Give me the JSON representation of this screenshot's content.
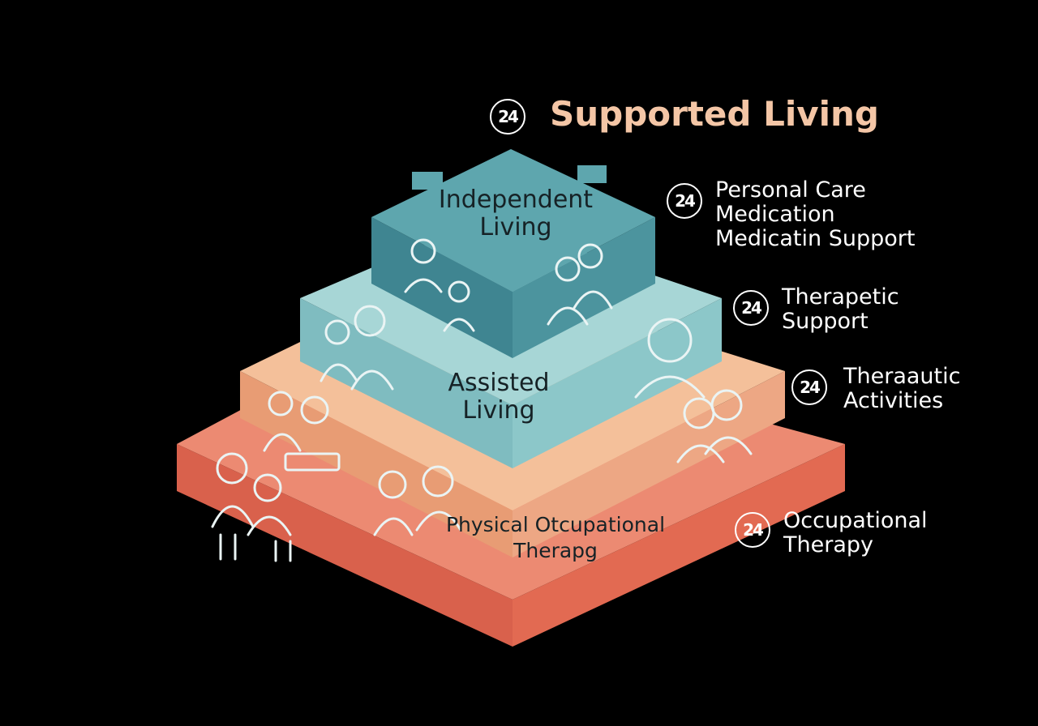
{
  "title": {
    "badge": "24",
    "text": "Supported Living"
  },
  "tiers": {
    "top": {
      "line1": "Independent",
      "line2": "Living"
    },
    "second": {
      "line1": "Assisted",
      "line2": "Living"
    },
    "base": {
      "line1": "Physical Otcupational",
      "line2": "Therapg"
    }
  },
  "callouts": [
    {
      "badge": "24",
      "lines": [
        "Personal Care",
        "Medication",
        "Medicatin Support"
      ]
    },
    {
      "badge": "24",
      "lines": [
        "Therapetic",
        "Support"
      ]
    },
    {
      "badge": "24",
      "lines": [
        "Theraautic",
        "Activities"
      ]
    },
    {
      "badge": "24",
      "lines": [
        "Occupational",
        "Therapy"
      ]
    }
  ],
  "colors": {
    "background": "#000000",
    "teal_dark": "#4f9aa6",
    "teal_light": "#8ec8cb",
    "peach": "#f0b08a",
    "coral": "#e8705a",
    "title_color": "#f4c6a6"
  },
  "icons": [
    "people-icon",
    "family-icon",
    "caregiver-icon",
    "woman-icon",
    "elderly-couple-icon",
    "24-hour-badge-icon"
  ]
}
